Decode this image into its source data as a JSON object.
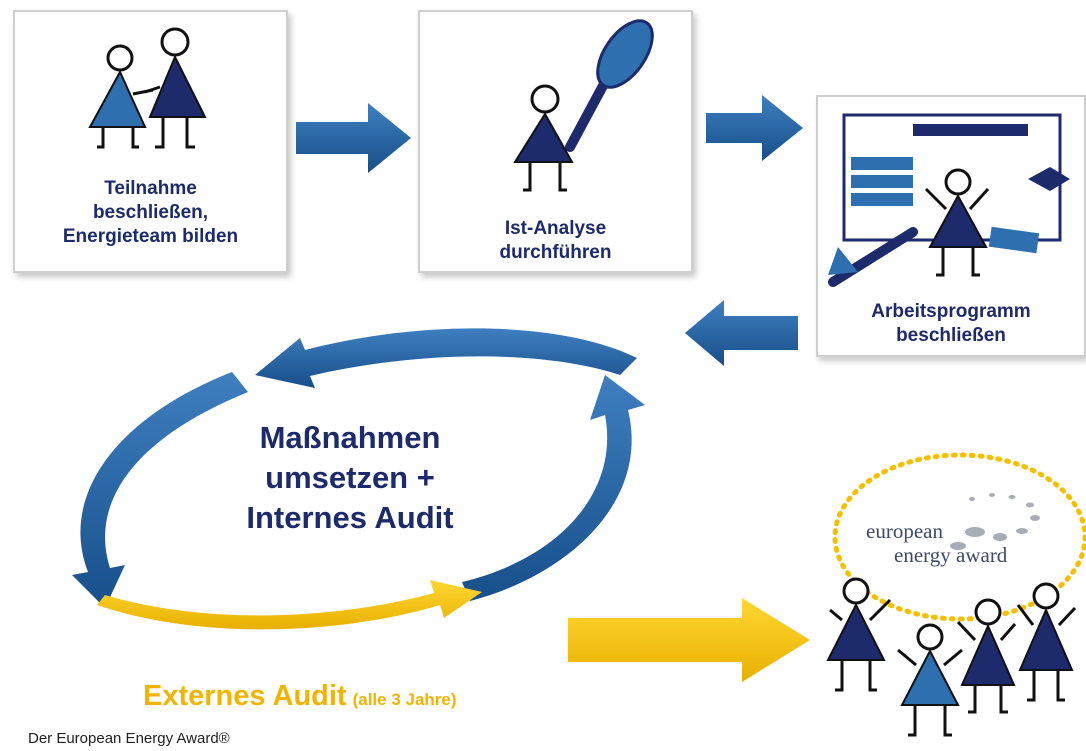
{
  "steps": [
    {
      "label": "Teilnahme\nbeschließen,\nEnergieteam bilden"
    },
    {
      "label": "Ist-Analyse\ndurchführen"
    },
    {
      "label": "Arbeitsprogramm\nbeschließen"
    }
  ],
  "cycle": {
    "label": "Maßnahmen\numsetzen +\nInternes Audit"
  },
  "external_audit": {
    "label": "Externes Audit",
    "note": "(alle 3 Jahre)"
  },
  "award": {
    "line1": "european",
    "line2": "energy award"
  },
  "caption": "Der European Energy Award®",
  "colors": {
    "navy": "#1d2a6b",
    "blue_arrow": "#1f5fa0",
    "mid_blue": "#2e6fb0",
    "yellow": "#f5c000",
    "box_border": "#cfcfcf"
  }
}
